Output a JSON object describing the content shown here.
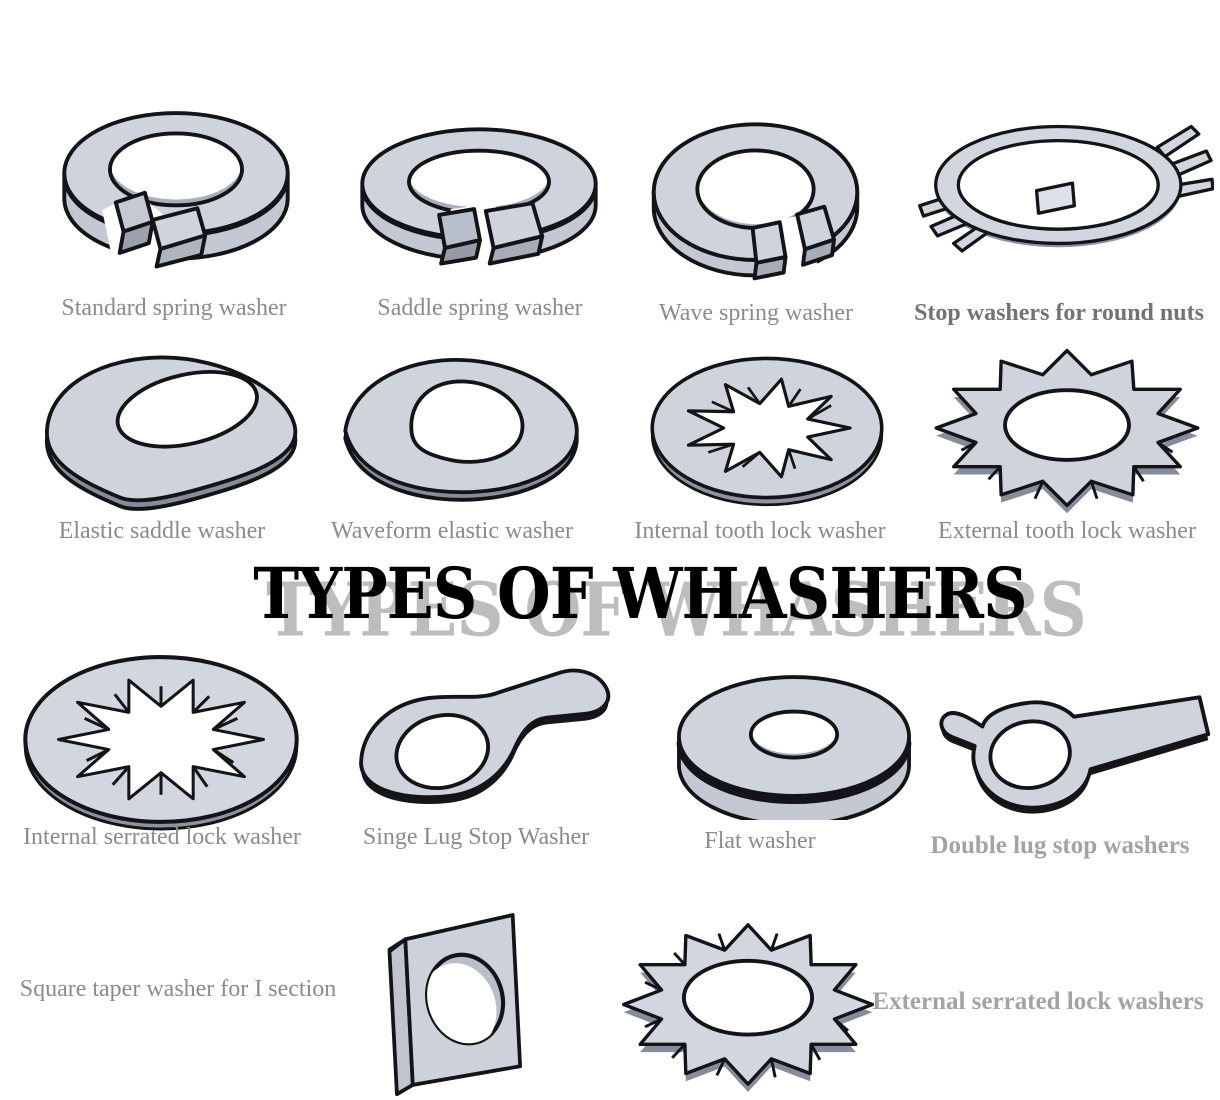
{
  "title": "TYPES OF WHASHERS",
  "labels": {
    "standard_spring": "Standard spring washer",
    "saddle_spring": "Saddle spring washer",
    "wave_spring": "Wave spring washer",
    "stop_round_nuts": "Stop washers for round nuts",
    "elastic_saddle": "Elastic saddle washer",
    "waveform_elastic": "Waveform elastic washer",
    "internal_tooth": "Internal tooth lock washer",
    "external_tooth": "External tooth lock washer",
    "internal_serrated": "Internal serrated lock washer",
    "single_lug": "Singe Lug Stop Washer",
    "flat": "Flat washer",
    "double_lug": "Double lug stop washers",
    "square_taper": "Square taper washer for I section",
    "external_serrated": "External serrated lock washers"
  },
  "colors": {
    "background": "#ffffff",
    "washer_fill": "#ced3dc",
    "washer_side": "#c3c8d2",
    "washer_wall": "#a9afbb",
    "outline": "#131318",
    "label_gray": "#8b8b8b",
    "label_bold_dark": "#737373",
    "label_bold_light": "#a2a3a7",
    "title_color": "#000000",
    "title_shadow": "#bdbdbd"
  }
}
